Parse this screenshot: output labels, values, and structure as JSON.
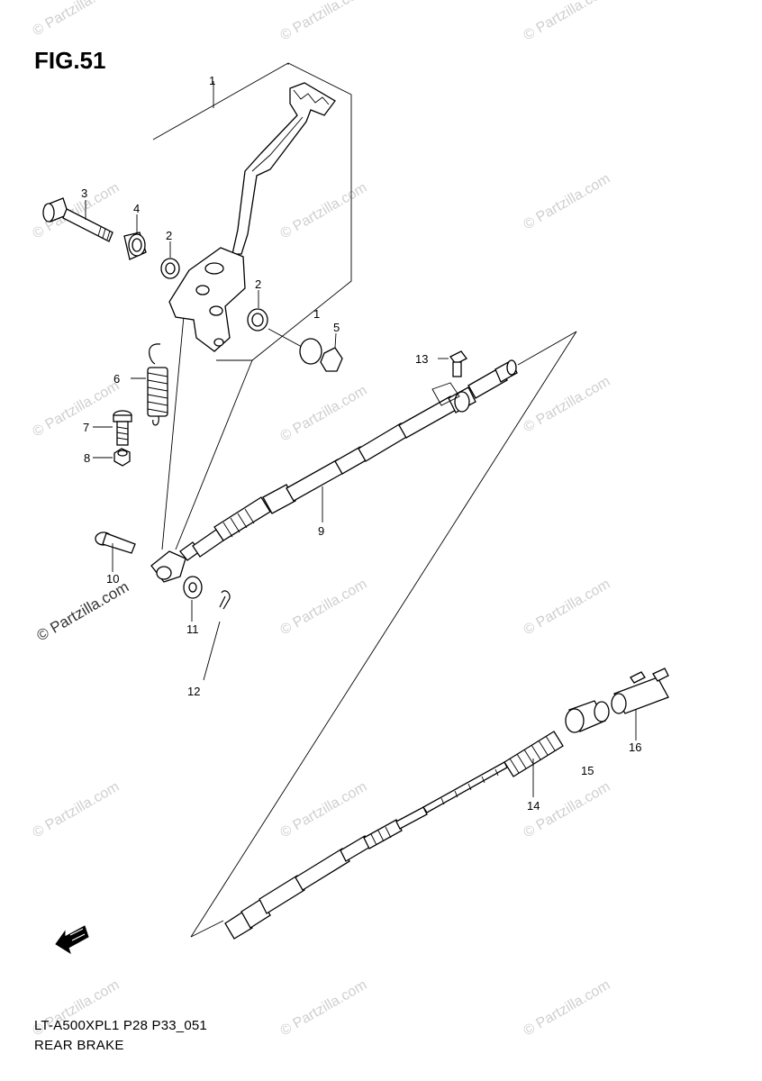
{
  "figure": {
    "title": "FIG.51",
    "model_code": "LT-A500XPL1 P28 P33_051",
    "caption": "REAR BRAKE"
  },
  "watermark": {
    "text": "© Partzilla.com",
    "short_text": "© Partzilla.com",
    "prominent_text": "© Partzilla.com"
  },
  "callouts": {
    "c1a": "1",
    "c1b": "1",
    "c2a": "2",
    "c2b": "2",
    "c3": "3",
    "c4": "4",
    "c5": "5",
    "c6": "6",
    "c7": "7",
    "c8": "8",
    "c9": "9",
    "c10": "10",
    "c11": "11",
    "c12": "12",
    "c13": "13",
    "c14": "14",
    "c15": "15",
    "c16": "16"
  },
  "icons": {
    "front_arrow": "front-direction-arrow-icon"
  }
}
